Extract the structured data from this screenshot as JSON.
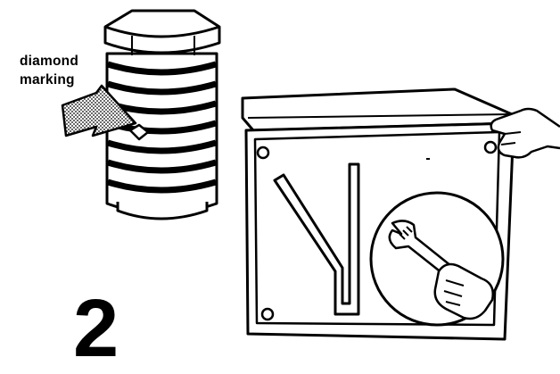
{
  "callout": {
    "line1": "diamond",
    "line2": "marking"
  },
  "step_number": "2",
  "colors": {
    "ink": "#000000",
    "paper": "#ffffff"
  },
  "icons": [
    "hex-bolt-icon",
    "pointer-arrow-icon",
    "diamond-marker-icon",
    "hand-icon",
    "wrench-icon"
  ]
}
